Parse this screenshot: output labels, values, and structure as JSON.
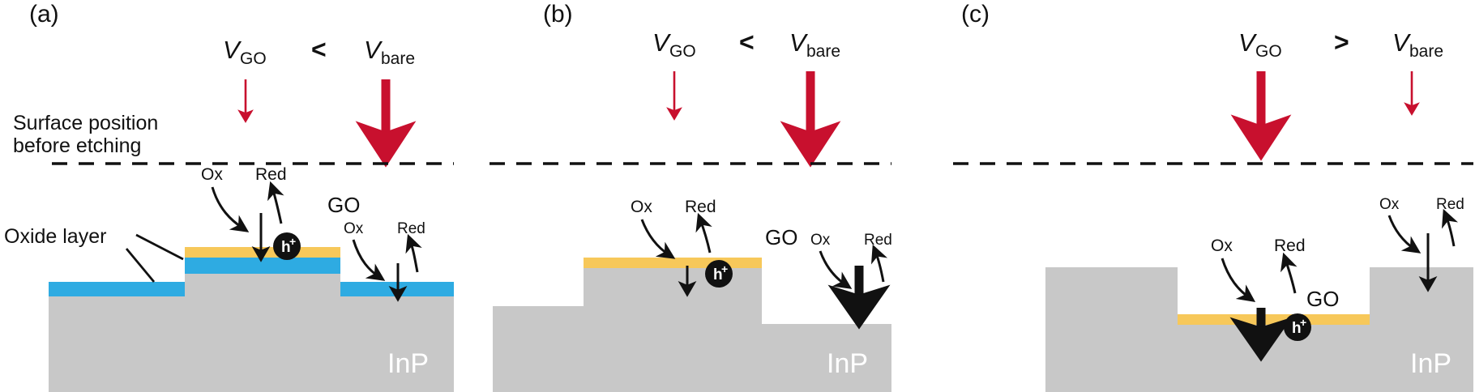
{
  "figure": {
    "background": "#ffffff",
    "colors": {
      "substrate_gray": "#c8c8c8",
      "oxide_blue": "#2eabe2",
      "go_yellow": "#f7c85a",
      "arrow_red": "#c8102e",
      "ink_black": "#111111",
      "inp_text_white": "#ffffff"
    }
  },
  "annotations": {
    "surface_caption_line1": "Surface position",
    "surface_caption_line2": "before etching",
    "oxide_layer_label": "Oxide layer"
  },
  "glyphs": {
    "v_symbol": "V",
    "sub_go": "GO",
    "sub_bare": "bare",
    "hole_symbol": "h",
    "hole_charge": "+",
    "ox": "Ox",
    "red": "Red",
    "go": "GO",
    "substrate": "InP"
  },
  "panels": [
    {
      "id": "a",
      "label": "(a)",
      "comparison": "<",
      "v_left": {
        "base": "V",
        "sub": "GO",
        "arrow_weight": "thin"
      },
      "v_right": {
        "base": "V",
        "sub": "bare",
        "arrow_weight": "thick"
      },
      "has_oxide_layer": true,
      "go_region": "mesa-top",
      "mesa_is_raised_under_go": true,
      "etch_arrow_left": "thin",
      "etch_arrow_right": "thin",
      "labels": {
        "go": "GO",
        "ox_left": "Ox",
        "red_left": "Red",
        "ox_right": "Ox",
        "red_right": "Red",
        "substrate": "InP"
      }
    },
    {
      "id": "b",
      "label": "(b)",
      "comparison": "<",
      "v_left": {
        "base": "V",
        "sub": "GO",
        "arrow_weight": "thin"
      },
      "v_right": {
        "base": "V",
        "sub": "bare",
        "arrow_weight": "thick"
      },
      "has_oxide_layer": false,
      "go_region": "mesa-top",
      "mesa_is_raised_under_go": true,
      "etch_arrow_left": "thin",
      "etch_arrow_right": "thick",
      "labels": {
        "go": "GO",
        "ox_left": "Ox",
        "red_left": "Red",
        "ox_right": "Ox",
        "red_right": "Red",
        "substrate": "InP"
      }
    },
    {
      "id": "c",
      "label": "(c)",
      "comparison": ">",
      "v_left": {
        "base": "V",
        "sub": "GO",
        "arrow_weight": "thick"
      },
      "v_right": {
        "base": "V",
        "sub": "bare",
        "arrow_weight": "thin"
      },
      "has_oxide_layer": false,
      "go_region": "trench-bottom",
      "mesa_is_raised_under_go": false,
      "etch_arrow_left": "thick",
      "etch_arrow_right": "thin",
      "labels": {
        "go": "GO",
        "ox_left": "Ox",
        "red_left": "Red",
        "ox_right": "Ox",
        "red_right": "Red",
        "substrate": "InP"
      }
    }
  ]
}
